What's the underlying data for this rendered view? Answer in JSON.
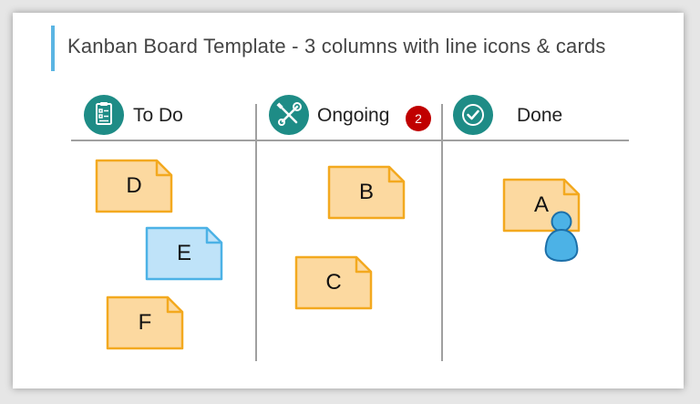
{
  "title": "Kanban Board Template - 3 columns with line icons & cards",
  "colors": {
    "accent_bar": "#5bb5e3",
    "icon_circle": "#1e8c86",
    "card_fill": "#fcd9a0",
    "card_border": "#f3a91f",
    "card_blue_fill": "#bfe3f9",
    "card_blue_border": "#4cb2e6",
    "badge": "#c00000",
    "person": "#4cb2e6"
  },
  "columns": [
    {
      "label": "To Do",
      "icon": "checklist-icon",
      "cards": [
        "D",
        "E",
        "F"
      ]
    },
    {
      "label": "Ongoing",
      "icon": "tools-icon",
      "badge": "2",
      "cards": [
        "B",
        "C"
      ]
    },
    {
      "label": "Done",
      "icon": "checkmark-icon",
      "cards": [
        "A"
      ]
    }
  ]
}
